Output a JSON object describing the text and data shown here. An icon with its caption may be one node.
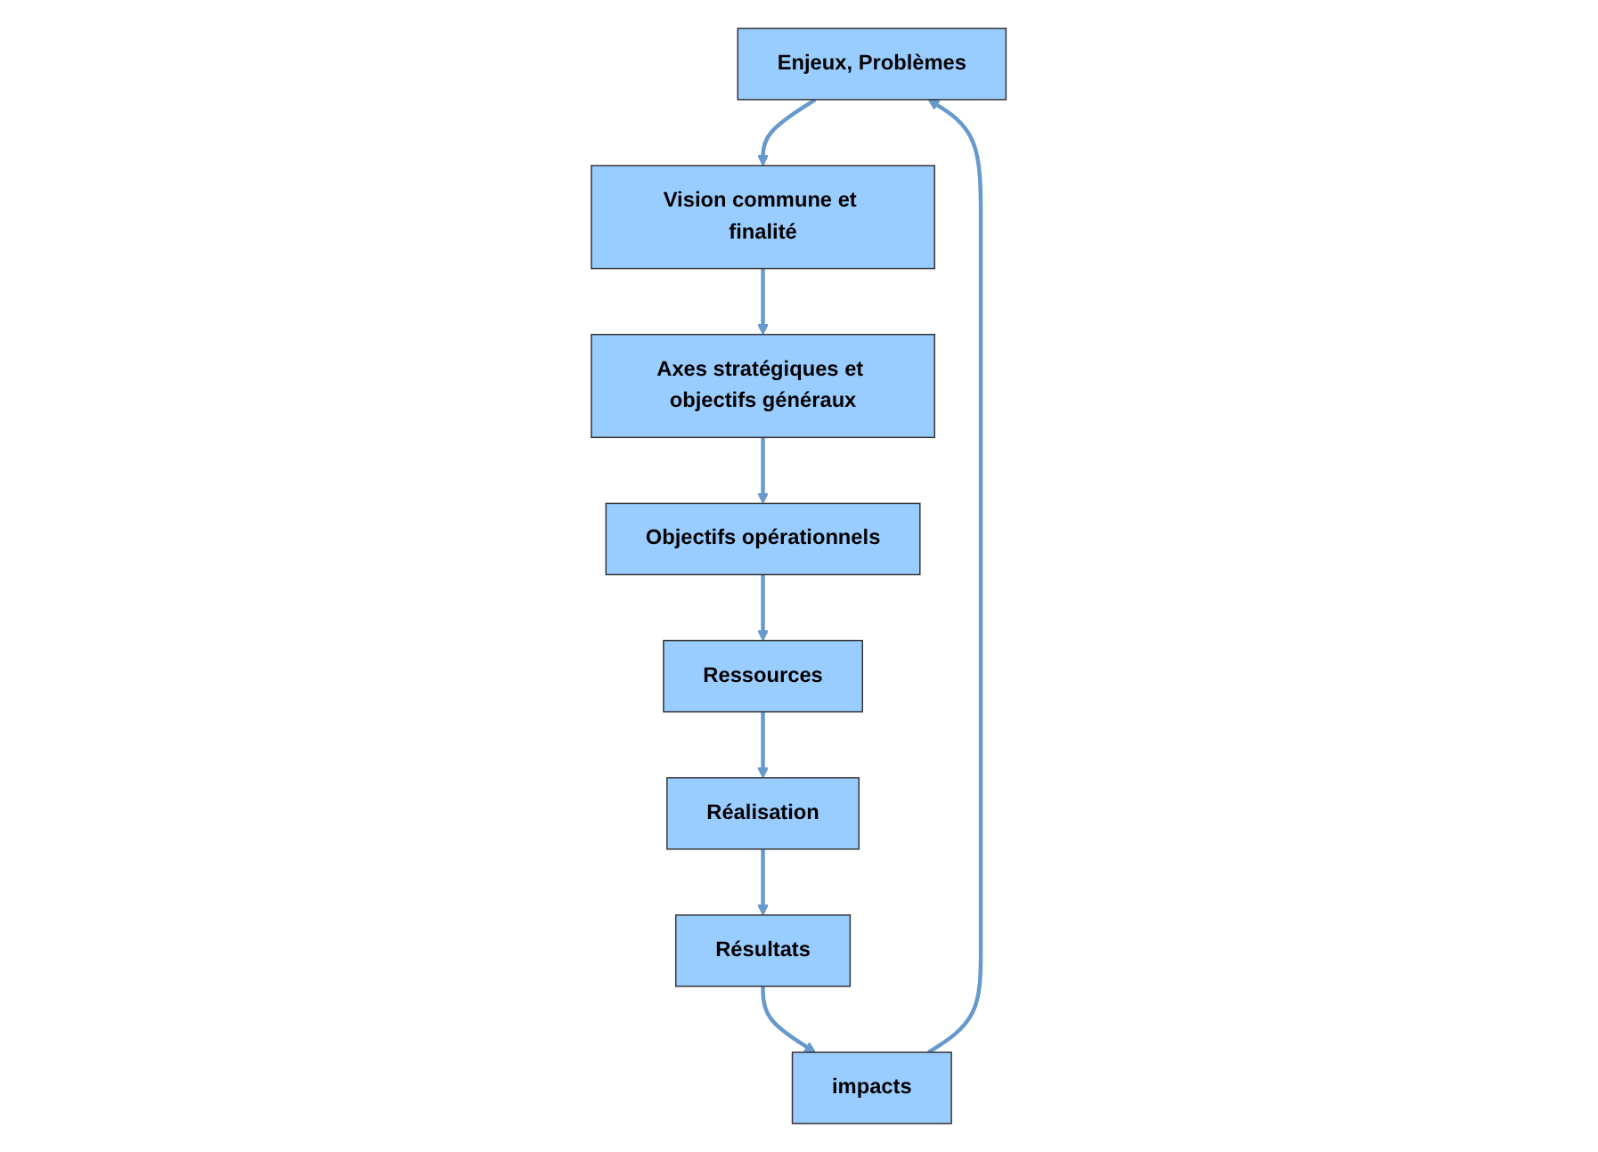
{
  "diagram": {
    "nodes": [
      {
        "text": [
          "Enjeux, Problèmes"
        ]
      },
      {
        "text": [
          "Vision commune et finalité"
        ]
      },
      {
        "text": [
          "Axes stratégiques et objectifs généraux"
        ]
      },
      {
        "text": [
          "Objectifs opérationnels"
        ]
      },
      {
        "text": [
          "Ressources"
        ]
      },
      {
        "text": [
          "Réalisation"
        ]
      },
      {
        "text": [
          "Résultats"
        ]
      },
      {
        "text": [
          "impacts"
        ]
      }
    ],
    "edges": [
      {
        "from": 0,
        "to": 1,
        "arrow": "to"
      },
      {
        "from": 1,
        "to": 2,
        "arrow": "to"
      },
      {
        "from": 2,
        "to": 3,
        "arrow": "to"
      },
      {
        "from": 3,
        "to": 4,
        "arrow": "to"
      },
      {
        "from": 4,
        "to": 5,
        "arrow": "to"
      },
      {
        "from": 5,
        "to": 6,
        "arrow": "to"
      },
      {
        "from": 6,
        "to": 7,
        "arrow": "to"
      },
      {
        "from": 7,
        "to": 0,
        "arrow": "to"
      }
    ]
  }
}
